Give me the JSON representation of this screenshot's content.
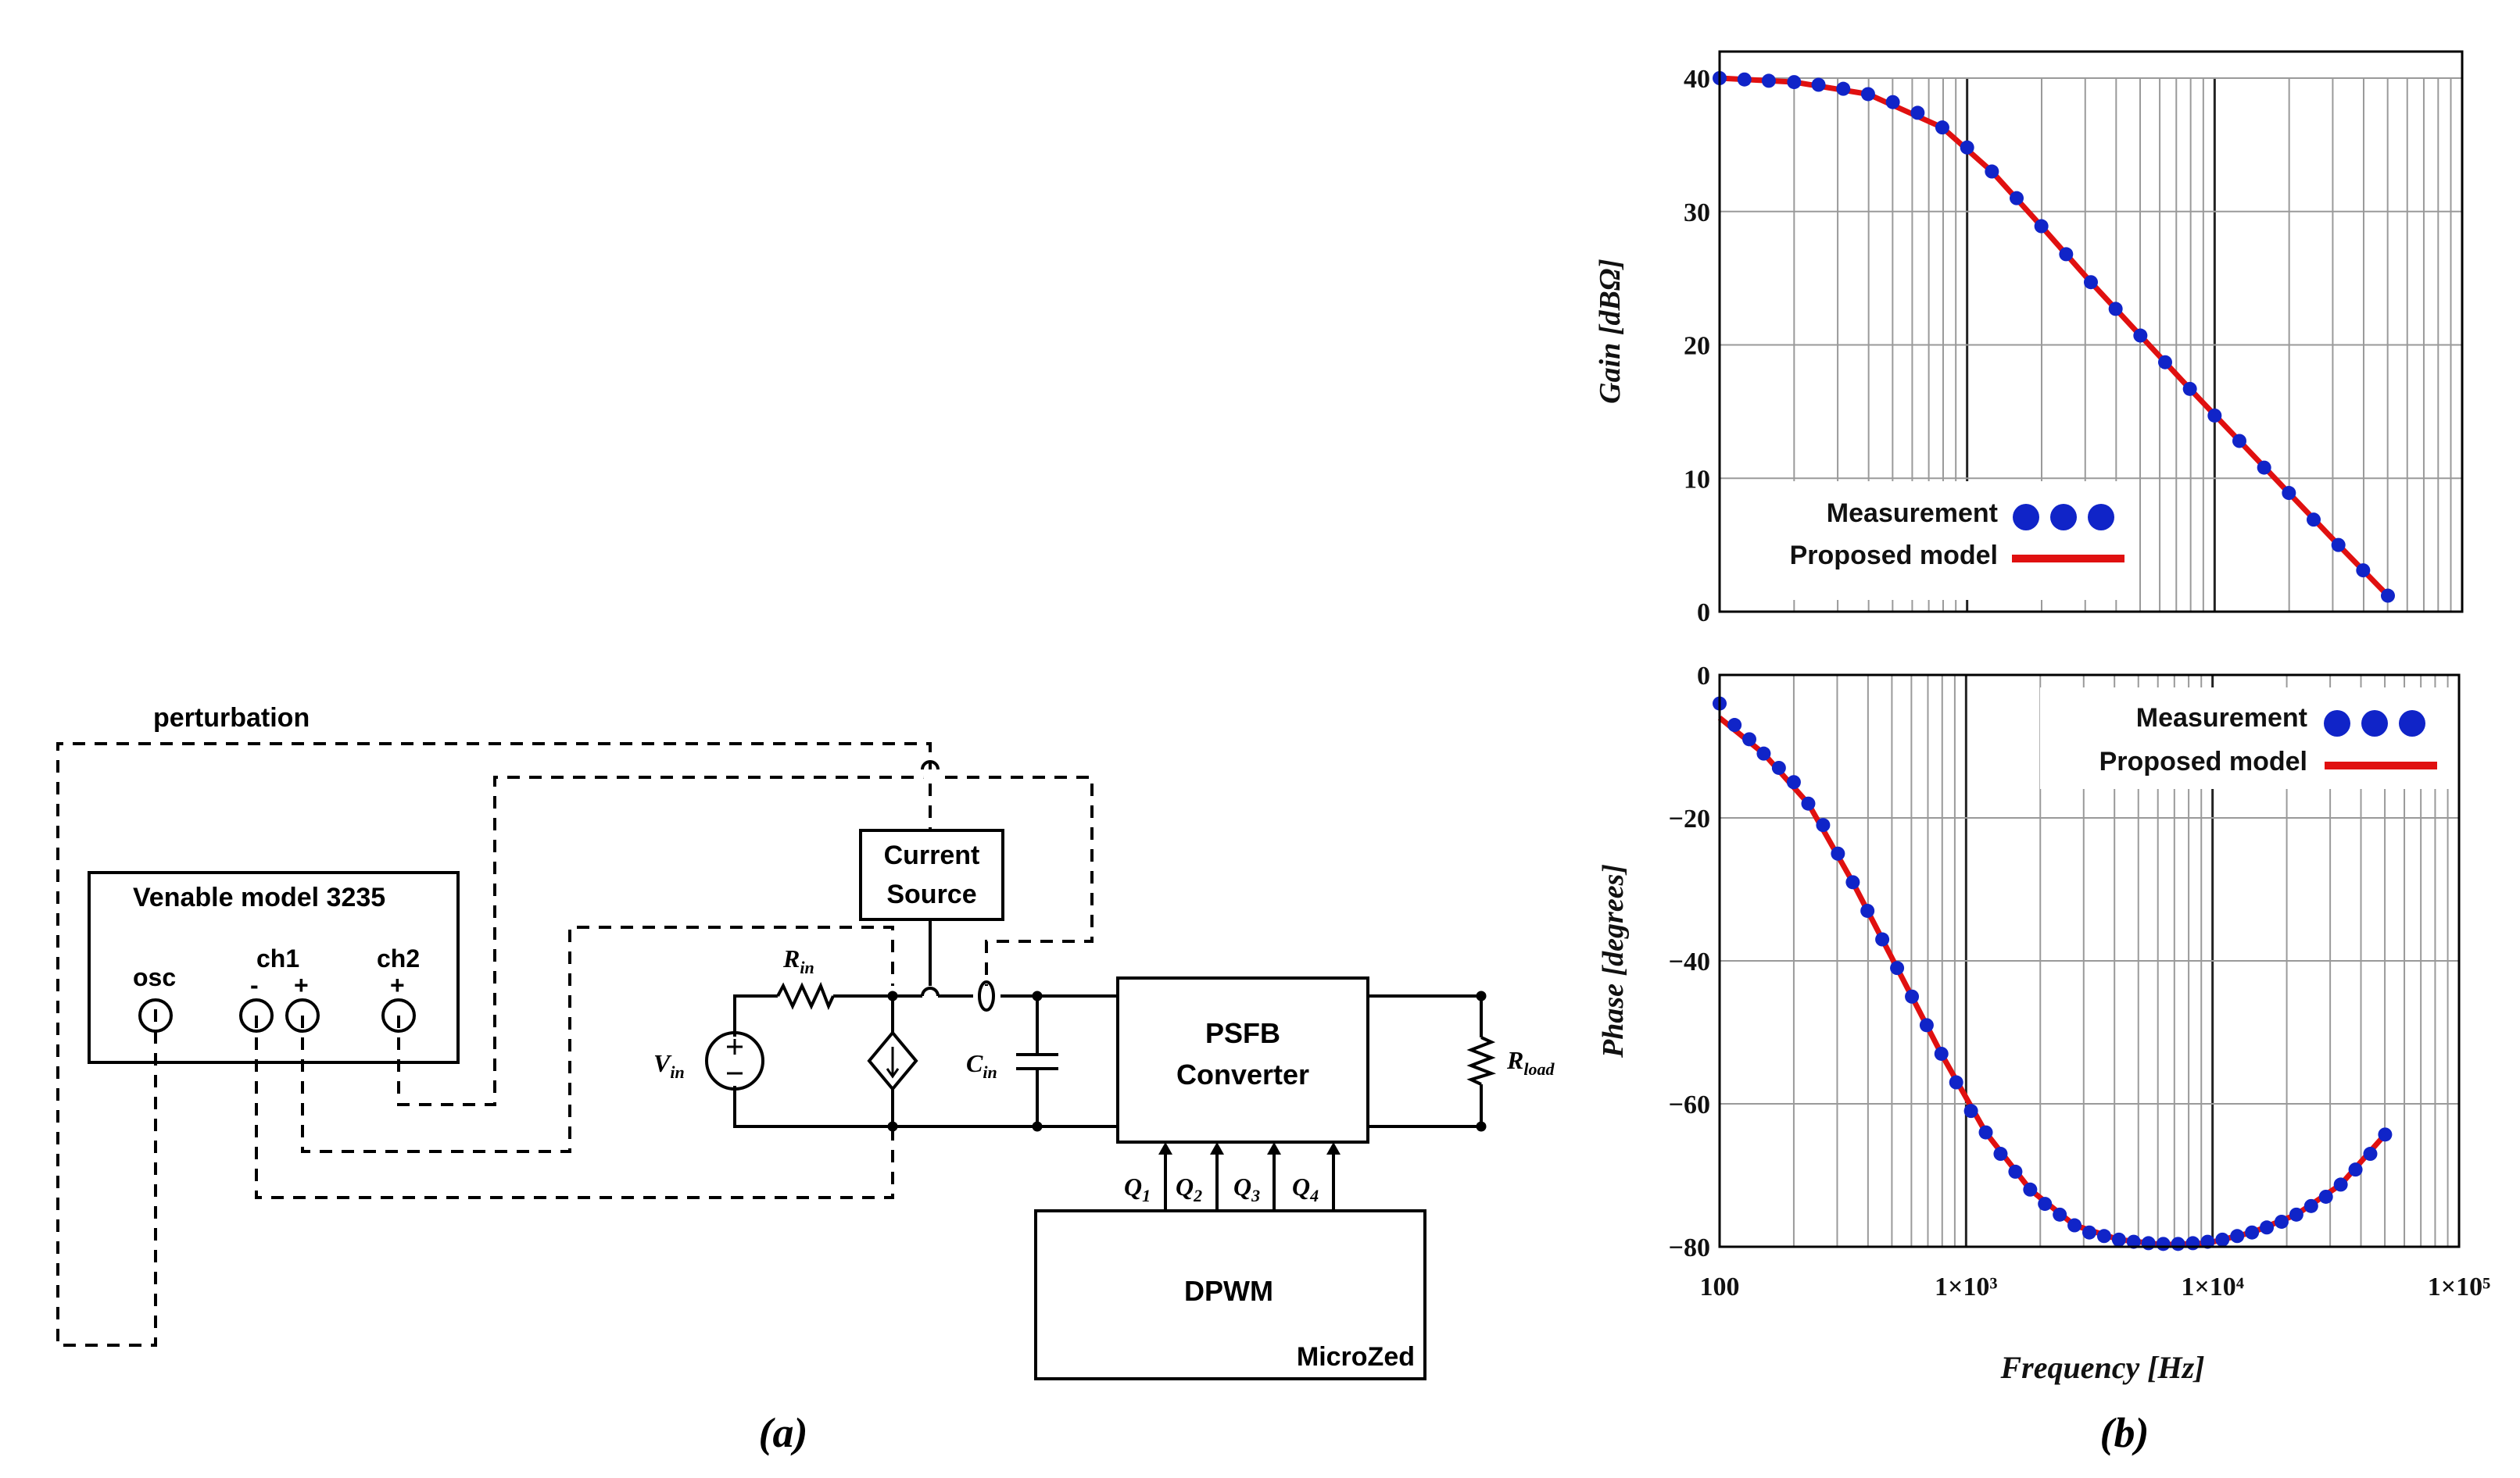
{
  "circuit": {
    "perturbation_label": "perturbation",
    "analyzer": {
      "title": "Venable model 3235",
      "osc": "osc",
      "ch1": "ch1",
      "ch2": "ch2",
      "minus": "-",
      "plus": "+"
    },
    "current_source": {
      "line1": "Current",
      "line2": "Source"
    },
    "r_in": {
      "sym": "R",
      "sub": "in"
    },
    "v_in": {
      "sym": "V",
      "sub": "in"
    },
    "c_in": {
      "sym": "C",
      "sub": "in"
    },
    "r_load": {
      "sym": "R",
      "sub": "load"
    },
    "converter": {
      "line1": "PSFB",
      "line2": "Converter"
    },
    "gates": [
      {
        "sym": "Q",
        "sub": "1"
      },
      {
        "sym": "Q",
        "sub": "2"
      },
      {
        "sym": "Q",
        "sub": "3"
      },
      {
        "sym": "Q",
        "sub": "4"
      }
    ],
    "dpwm": {
      "title": "DPWM",
      "board": "MicroZed"
    }
  },
  "caption_a": "(a)",
  "caption_b": "(b)",
  "chart_data": [
    {
      "type": "line",
      "xscale": "log",
      "xlim": [
        100,
        100000
      ],
      "ylim": [
        0,
        40
      ],
      "grid": true,
      "ylabel": "Gain [dBΩ]",
      "yticks": [
        "0",
        "10",
        "20",
        "30",
        "40"
      ],
      "legend_position": "bottom-left",
      "series": [
        {
          "name": "Measurement",
          "style": "dots",
          "color": "#1024c8",
          "x": [
            100,
            126,
            158,
            200,
            251,
            316,
            398,
            501,
            631,
            794,
            1000,
            1259,
            1585,
            1995,
            2512,
            3162,
            3981,
            5012,
            6310,
            7943,
            10000,
            12589,
            15849,
            19953,
            25119,
            31623,
            39811,
            50119
          ],
          "y": [
            40,
            39.9,
            39.8,
            39.7,
            39.5,
            39.2,
            38.8,
            38.2,
            37.4,
            36.3,
            34.8,
            33.0,
            31.0,
            28.9,
            26.8,
            24.7,
            22.7,
            20.7,
            18.7,
            16.7,
            14.7,
            12.8,
            10.8,
            8.9,
            6.9,
            5.0,
            3.1,
            1.2
          ]
        },
        {
          "name": "Proposed model",
          "style": "line",
          "color": "#e01010",
          "x": [
            100,
            200,
            398,
            794,
            1259,
            1995,
            3162,
            5012,
            7943,
            12589,
            19953,
            31623,
            50119
          ],
          "y": [
            40,
            39.7,
            38.8,
            36.3,
            33.0,
            28.9,
            24.7,
            20.7,
            16.7,
            12.8,
            8.9,
            5.0,
            1.2
          ]
        }
      ]
    },
    {
      "type": "line",
      "xscale": "log",
      "xlim": [
        100,
        100000
      ],
      "ylim": [
        -80,
        0
      ],
      "grid": true,
      "xlabel": "Frequency [Hz]",
      "ylabel": "Phase [degrees]",
      "yticks": [
        "0",
        "−20",
        "−40",
        "−60",
        "−80"
      ],
      "xticks": [
        "100",
        "1×10³",
        "1×10⁴",
        "1×10⁵"
      ],
      "legend_position": "top-right",
      "series": [
        {
          "name": "Measurement",
          "style": "dots",
          "color": "#1024c8",
          "x": [
            100,
            115,
            132,
            151,
            174,
            200,
            229,
            263,
            302,
            347,
            398,
            457,
            525,
            603,
            692,
            794,
            912,
            1047,
            1202,
            1380,
            1585,
            1820,
            2089,
            2399,
            2754,
            3162,
            3631,
            4169,
            4786,
            5495,
            6310,
            7244,
            8318,
            9550,
            10965,
            12589,
            14454,
            16596,
            19055,
            21878,
            25119,
            28840,
            33113,
            38019,
            43652,
            50119
          ],
          "y": [
            -4,
            -7,
            -9,
            -11,
            -13,
            -15,
            -18,
            -21,
            -25,
            -29,
            -33,
            -37,
            -41,
            -45,
            -49,
            -53,
            -57,
            -61,
            -64,
            -67,
            -69.5,
            -72,
            -74,
            -75.5,
            -77,
            -78,
            -78.5,
            -79,
            -79.3,
            -79.5,
            -79.6,
            -79.6,
            -79.5,
            -79.3,
            -79,
            -78.5,
            -78,
            -77.3,
            -76.5,
            -75.5,
            -74.3,
            -73,
            -71.3,
            -69.2,
            -67,
            -64.3
          ]
        },
        {
          "name": "Proposed model",
          "style": "line",
          "color": "#e01010",
          "x": [
            100,
            151,
            229,
            347,
            525,
            794,
            1202,
            1820,
            2754,
            4169,
            6310,
            9550,
            14454,
            21878,
            33113,
            50119
          ],
          "y": [
            -6,
            -11,
            -18,
            -29,
            -41,
            -53,
            -64,
            -72,
            -77,
            -79,
            -79.7,
            -79.5,
            -78,
            -75.5,
            -71.3,
            -64.3
          ]
        }
      ]
    }
  ]
}
